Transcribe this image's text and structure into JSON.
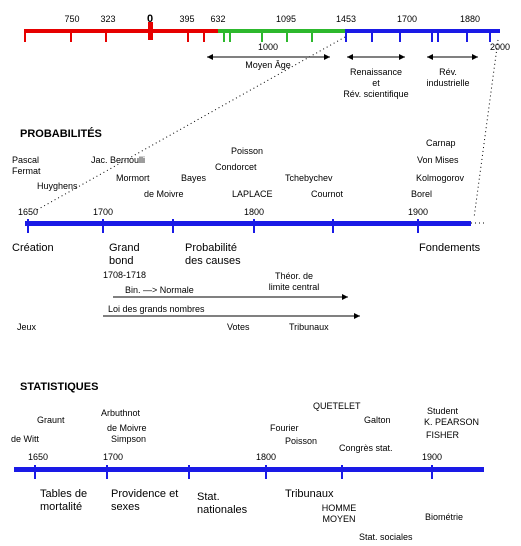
{
  "top": {
    "years_above": [
      "750",
      "323",
      "0",
      "395",
      "632",
      "1095",
      "1453",
      "1700",
      "1880"
    ],
    "years_below": [
      "1000",
      "2000"
    ],
    "periods": [
      "Moyen Âge",
      "Renaissance\net\nRév. scientifique",
      "Rév.\nindustrielle"
    ],
    "colors": {
      "antiquity": "#e60000",
      "middle_ages": "#2db82d",
      "modern": "#1a1ae6"
    }
  },
  "probabilites": {
    "heading": "PROBABILITÉS",
    "people": [
      "Pascal",
      "Fermat",
      "Huyghens",
      "Jac. Bernoulli",
      "Mormort",
      "de Moivre",
      "Bayes",
      "Poisson",
      "Condorcet",
      "LAPLACE",
      "Tchebychev",
      "Cournot",
      "Carnap",
      "Von Mises",
      "Kolmogorov",
      "Borel"
    ],
    "ticks": [
      "1650",
      "1700",
      "1800",
      "1900"
    ],
    "phases": [
      "Création",
      "Grand\nbond",
      "Probabilité\ndes causes",
      "Fondements"
    ],
    "dates": "1708-1718",
    "arrow_normale": "Bin. —> Normale",
    "arrow_theorem": "Théor. de\nlimite central",
    "arrow_lln": "Loi des grands nombres",
    "applications": [
      "Jeux",
      "Votes",
      "Tribunaux"
    ]
  },
  "statistiques": {
    "heading": "STATISTIQUES",
    "people": [
      "Graunt",
      "de Witt",
      "Arbuthnot",
      "de Moivre",
      "Simpson",
      "Fourier",
      "Poisson",
      "QUETELET",
      "Galton",
      "Congrès stat.",
      "Student",
      "K. PEARSON",
      "FISHER"
    ],
    "ticks": [
      "1650",
      "1700",
      "1800",
      "1900"
    ],
    "themes": [
      "Tables de\nmortalité",
      "Providence et\nsexes",
      "Stat.\nnationales",
      "Tribunaux",
      "HOMME\nMOYEN",
      "Stat. sociales",
      "Biométrie"
    ]
  }
}
